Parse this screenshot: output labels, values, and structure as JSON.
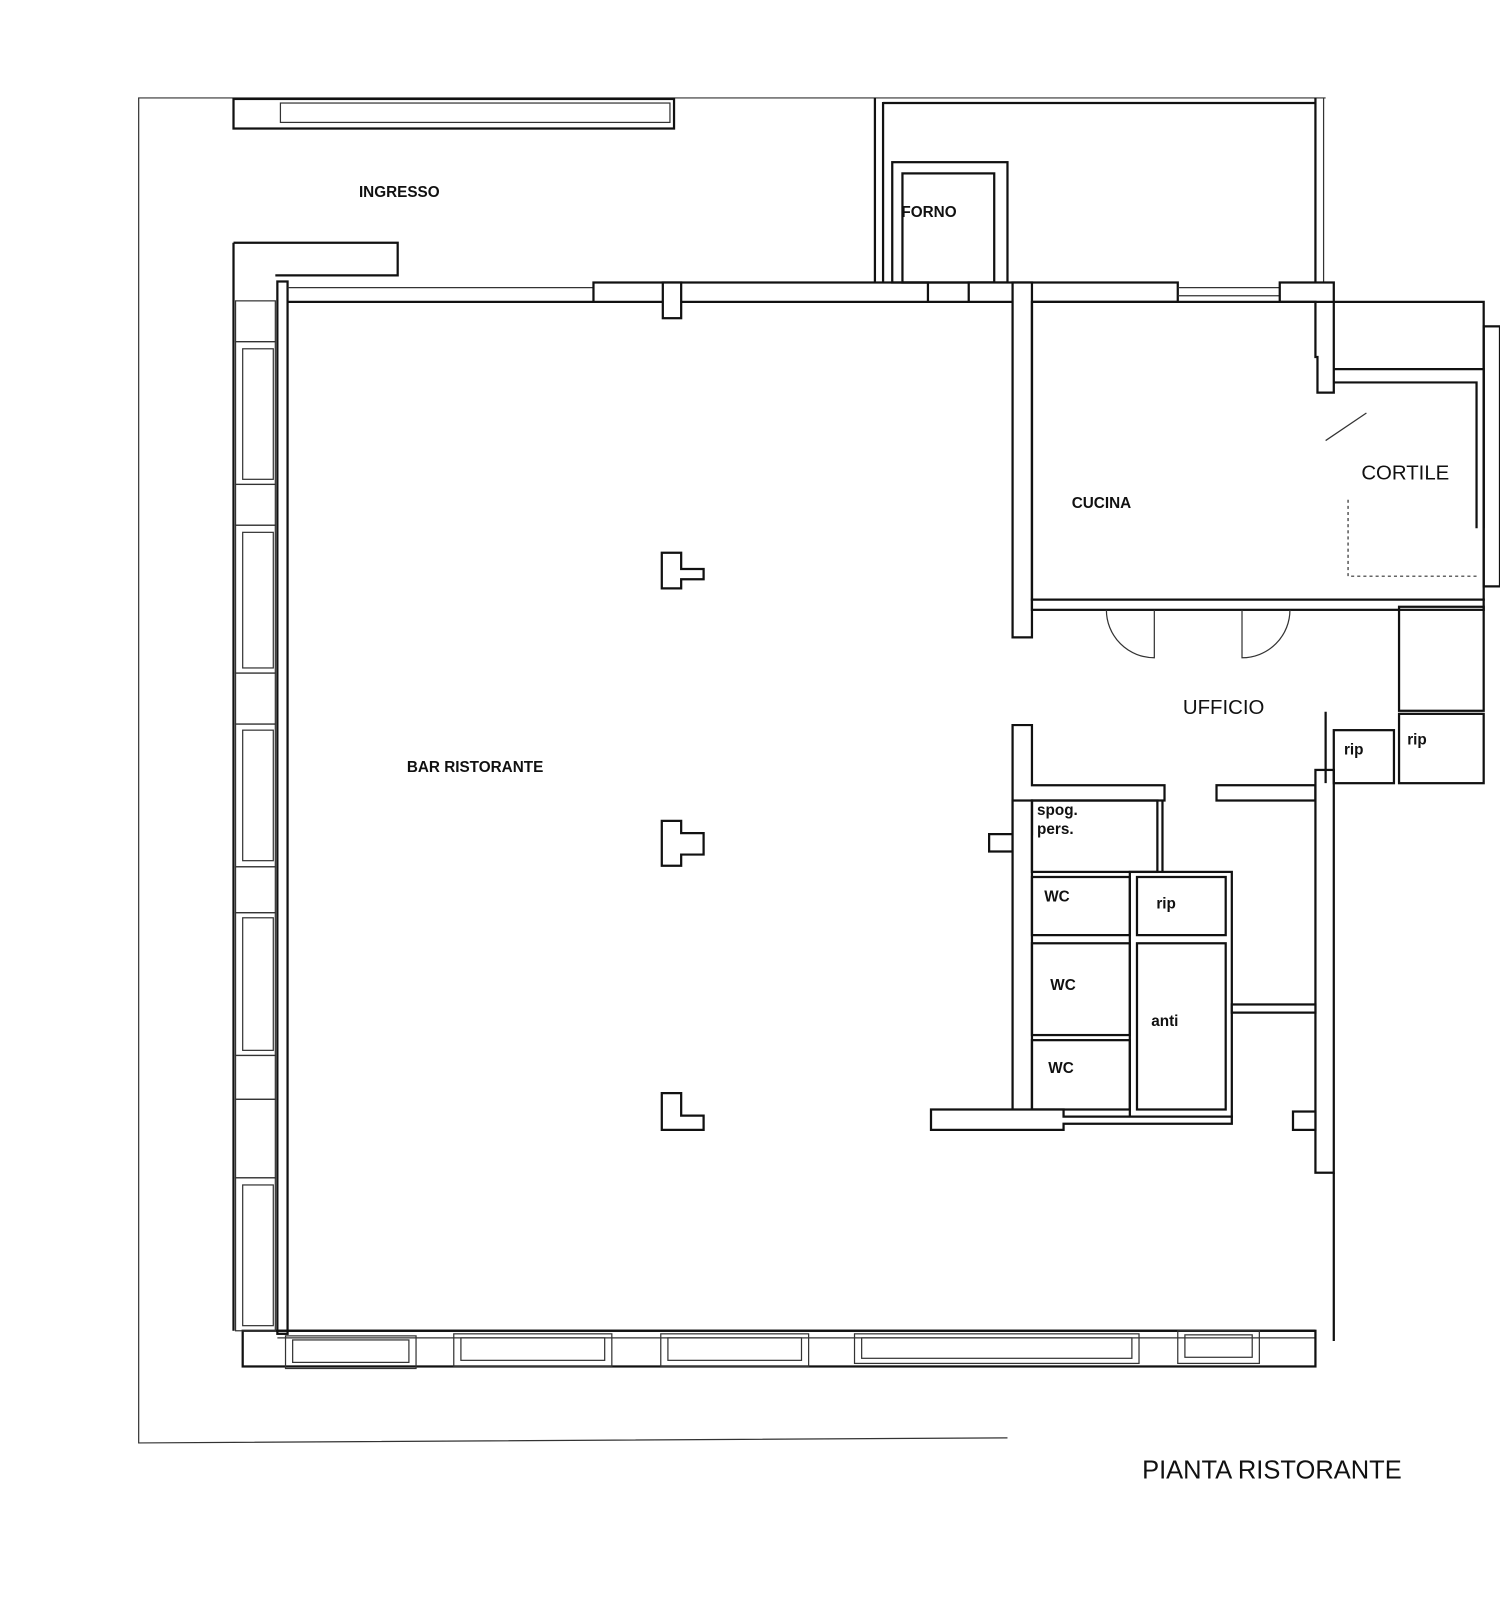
{
  "title": "PIANTA RISTORANTE",
  "rooms": {
    "ingresso": "INGRESSO",
    "forno": "FORNO",
    "cucina": "CUCINA",
    "cortile": "CORTILE",
    "bar_ristorante": "BAR RISTORANTE",
    "ufficio": "UFFICIO",
    "rip_1": "rip",
    "rip_2": "rip",
    "spogliatoio_1": "spog.",
    "spogliatoio_2": "pers.",
    "wc_1": "WC",
    "rip_3": "rip",
    "wc_2": "WC",
    "anti": "anti",
    "wc_3": "WC"
  }
}
